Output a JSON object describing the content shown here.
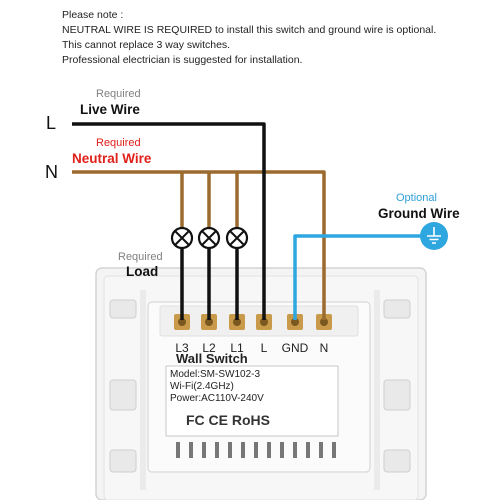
{
  "note": {
    "lines": [
      "Please note :",
      "NEUTRAL WIRE IS REQUIRED to install this switch and ground wire is optional.",
      "This cannot replace 3 way switches.",
      "Professional electrician is suggested for installation."
    ]
  },
  "wires": {
    "live": {
      "tag": "Required",
      "label": "Live Wire",
      "letter": "L"
    },
    "neutral": {
      "tag": "Required",
      "label": "Neutral Wire",
      "letter": "N"
    },
    "ground": {
      "tag": "Optional",
      "label": "Ground Wire"
    },
    "load": {
      "tag": "Required",
      "label": "Load"
    }
  },
  "terminals": [
    "L3",
    "L2",
    "L1",
    "L",
    "GND",
    "N"
  ],
  "device": {
    "title": "Wall Switch",
    "model": "Model:SM-SW102-3",
    "wifi": "Wi-Fi(2.4GHz)",
    "power": "Power:AC110V-240V",
    "cert": "FC CE RoHS"
  },
  "colors": {
    "live": "#111111",
    "neutral": "#9a6a2e",
    "ground": "#2ea6e0",
    "required_red": "#e0201b",
    "optional_blue": "#2e9fd8"
  }
}
